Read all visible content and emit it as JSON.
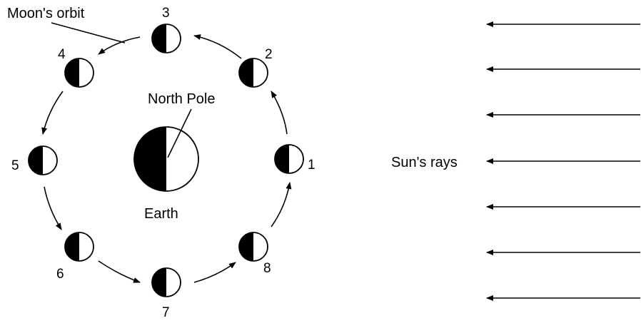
{
  "labels": {
    "moon_orbit": "Moon's orbit",
    "north_pole": "North Pole",
    "earth": "Earth",
    "sun_rays": "Sun's rays"
  },
  "moon_positions": [
    "1",
    "2",
    "3",
    "4",
    "5",
    "6",
    "7",
    "8"
  ],
  "colors": {
    "ink": "#000000",
    "paper": "#ffffff"
  }
}
